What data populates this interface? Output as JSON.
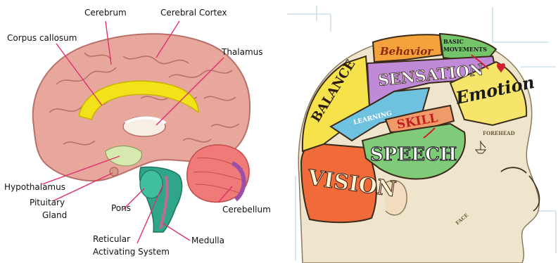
{
  "left_diagram": {
    "labels": {
      "cerebrum": "Cerebrum",
      "cerebral_cortex": "Cerebral Cortex",
      "corpus_callosum": "Corpus callosum",
      "thalamus": "Thalamus",
      "hypothalamus": "Hypothalamus",
      "pituitary_line1": "Pituitary",
      "pituitary_line2": "Gland",
      "pons": "Pons",
      "cerebellum": "Cerebellum",
      "reticular_line1": "Reticular",
      "reticular_line2": "Activating System",
      "medulla": "Medulla"
    },
    "colors": {
      "cortex": "#e8a79c",
      "cortex_dark": "#b9706a",
      "corpus": "#f2e21a",
      "cerebellum": "#f07a78",
      "brainstem": "#2fa58a",
      "leader": "#e0306a"
    }
  },
  "right_map": {
    "regions": {
      "balance": "BALANCE",
      "behavior": "Behavior",
      "basic_line1": "BASIC",
      "basic_line2": "MOVEMENTS",
      "sensation": "SENSATION",
      "emotion": "Emotion",
      "skill": "SKILL",
      "learning": "LEARNING",
      "speech": "SPEECH",
      "vision": "VISION",
      "forehead": "FOREHEAD",
      "face": "FACE"
    },
    "colors": {
      "balance": "#f6e24a",
      "behavior": "#f4a23c",
      "basic": "#74c56a",
      "sensation": "#c08ad8",
      "emotion": "#f6e56a",
      "skill": "#f09a6a",
      "learning": "#6ec2e0",
      "speech": "#7fcb7a",
      "vision": "#f06a3a",
      "paper": "#efe4cc"
    }
  }
}
